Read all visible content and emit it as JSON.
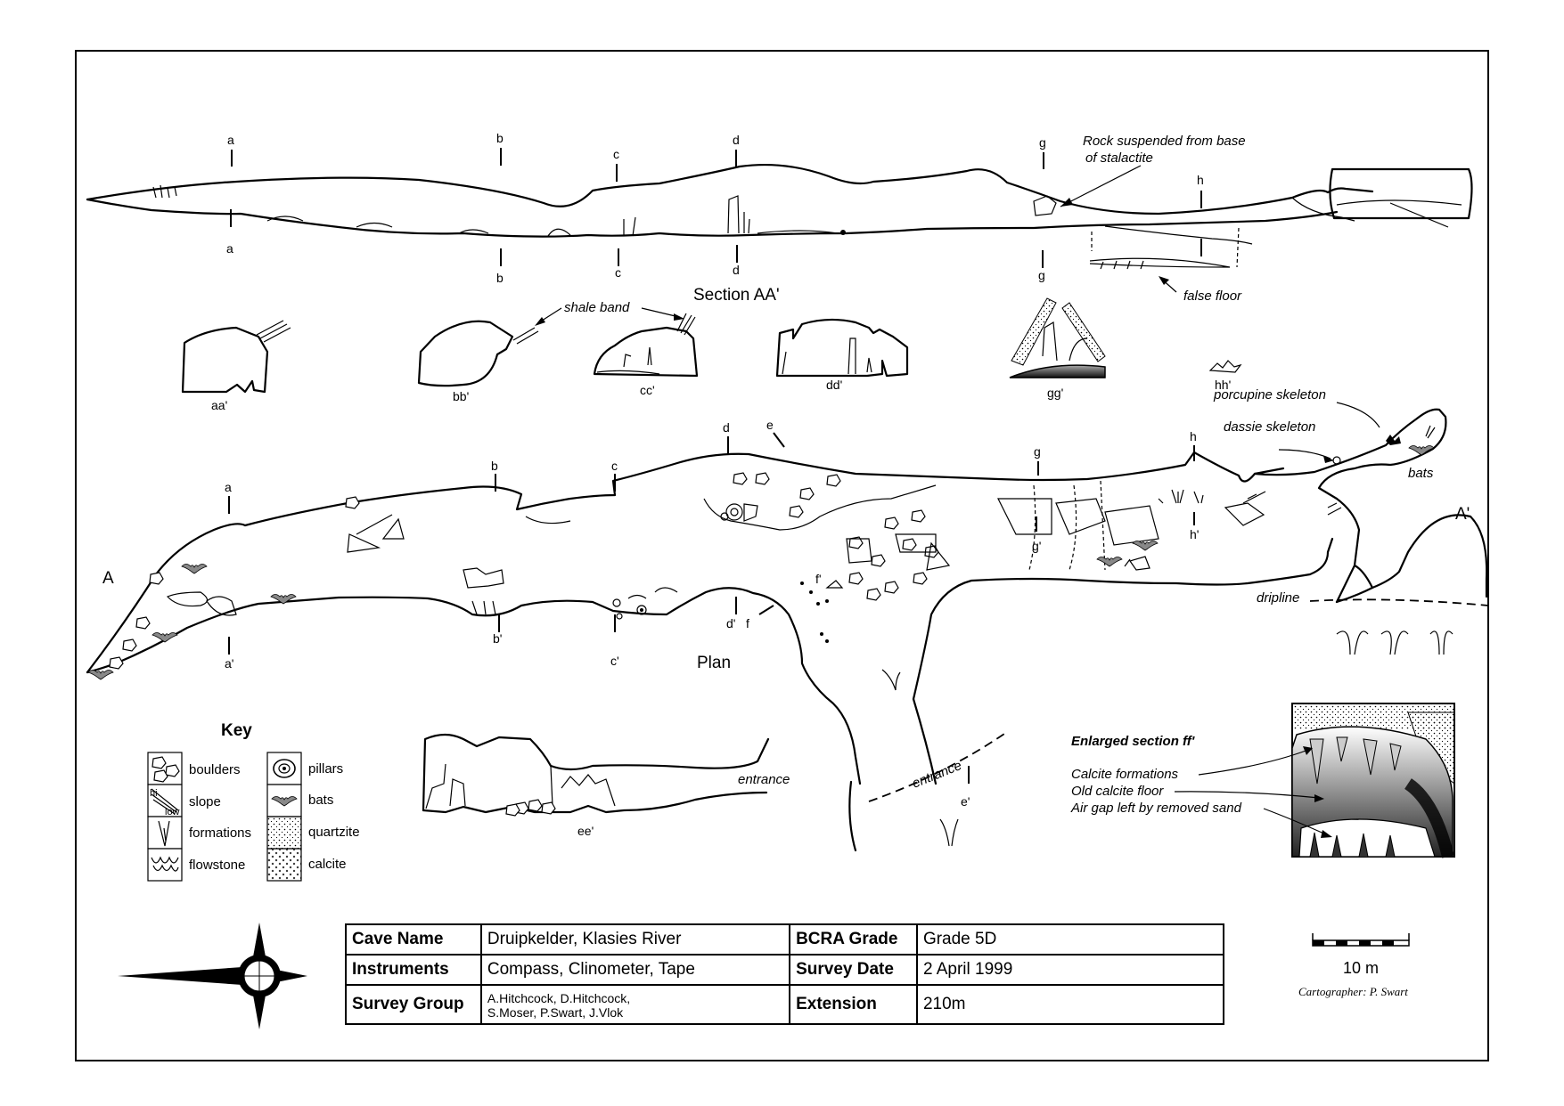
{
  "sections": {
    "section_title": "Section AA'",
    "plan_title": "Plan",
    "cross_sections": [
      "aa'",
      "bb'",
      "cc'",
      "dd'",
      "gg'",
      "hh'",
      "ee'"
    ],
    "section_ticks_top": [
      "a",
      "b",
      "c",
      "d",
      "g",
      "h"
    ],
    "section_ticks_bottom": [
      "a",
      "b",
      "c",
      "d",
      "g"
    ],
    "plan_ticks_top": [
      "a",
      "b",
      "c",
      "d",
      "e",
      "g",
      "h"
    ],
    "plan_ticks_bottom": [
      "a'",
      "b'",
      "c'",
      "d'",
      "f",
      "f'",
      "g'",
      "h'",
      "e'"
    ],
    "plan_ends": [
      "A",
      "A'"
    ]
  },
  "annotations": {
    "rock": [
      "Rock suspended from base",
      "of stalactite"
    ],
    "false_floor": "false floor",
    "shale_band": "shale band",
    "porcupine": "porcupine skeleton",
    "dassie": "dassie skeleton",
    "bats": "bats",
    "dripline": "dripline",
    "entrance_plan": "entrance",
    "entrance_ee": "entrance"
  },
  "enlarged": {
    "title": "Enlarged section ff'",
    "labels": [
      "Calcite formations",
      "Old calcite floor",
      "Air gap left by removed sand"
    ]
  },
  "key": {
    "title": "Key",
    "items_left": [
      "boulders",
      "slope",
      "formations",
      "flowstone"
    ],
    "items_right": [
      "pillars",
      "bats",
      "quartzite",
      "calcite"
    ],
    "slope_hi": "hi",
    "slope_low": "low"
  },
  "info": {
    "rows": [
      {
        "k1": "Cave Name",
        "v1": "Druipkelder, Klasies River",
        "k2": "BCRA Grade",
        "v2": "Grade 5D"
      },
      {
        "k1": "Instruments",
        "v1": "Compass, Clinometer, Tape",
        "k2": "Survey Date",
        "v2": "2 April 1999"
      },
      {
        "k1": "Survey Group",
        "v1a": "A.Hitchcock, D.Hitchcock,",
        "v1b": "S.Moser, P.Swart, J.Vlok",
        "k2": "Extension",
        "v2": "210m"
      }
    ]
  },
  "scale": {
    "label": "10 m",
    "cartographer": "Cartographer: P. Swart"
  },
  "colors": {
    "ink": "#000000",
    "paper": "#ffffff",
    "rock_fill": "#d9d9d9"
  },
  "icons": [
    "compass-rose-icon",
    "bat-icon",
    "boulder-icon",
    "pillar-icon",
    "formation-icon"
  ]
}
